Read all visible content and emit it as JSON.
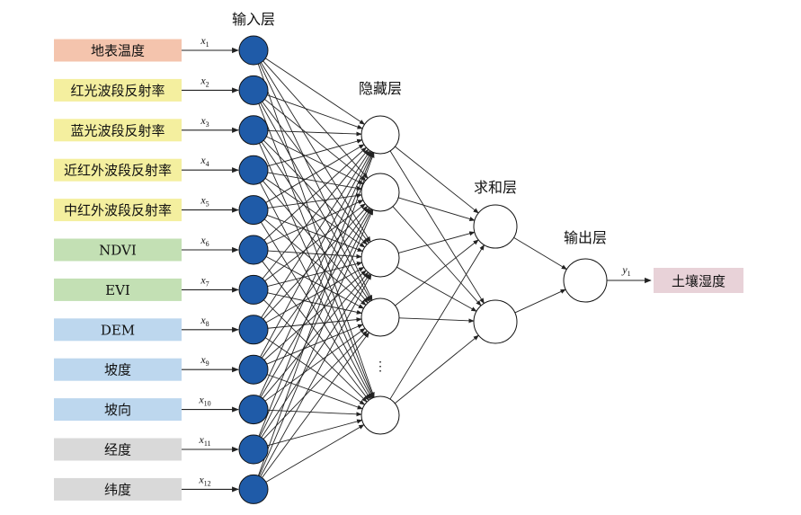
{
  "layers": {
    "input": "输入层",
    "hidden": "隐藏层",
    "sum": "求和层",
    "output": "输出层"
  },
  "features": [
    {
      "label": "地表温度",
      "color": "#f4c4ad",
      "var": "x",
      "sub": "1"
    },
    {
      "label": "红光波段反射率",
      "color": "#f4ef9f",
      "var": "x",
      "sub": "2"
    },
    {
      "label": "蓝光波段反射率",
      "color": "#f4ef9f",
      "var": "x",
      "sub": "3"
    },
    {
      "label": "近红外波段反射率",
      "color": "#f4ef9f",
      "var": "x",
      "sub": "4"
    },
    {
      "label": "中红外波段反射率",
      "color": "#f4ef9f",
      "var": "x",
      "sub": "5"
    },
    {
      "label": "NDVI",
      "color": "#c3e0b4",
      "var": "x",
      "sub": "6"
    },
    {
      "label": "EVI",
      "color": "#c3e0b4",
      "var": "x",
      "sub": "7"
    },
    {
      "label": "DEM",
      "color": "#bdd7ee",
      "var": "x",
      "sub": "8"
    },
    {
      "label": "坡度",
      "color": "#bdd7ee",
      "var": "x",
      "sub": "9"
    },
    {
      "label": "坡向",
      "color": "#bdd7ee",
      "var": "x",
      "sub": "10"
    },
    {
      "label": "经度",
      "color": "#d9d9d9",
      "var": "x",
      "sub": "11"
    },
    {
      "label": "纬度",
      "color": "#d9d9d9",
      "var": "x",
      "sub": "12"
    }
  ],
  "hidden_nodes": 5,
  "hidden_ellipsis": "⋮",
  "sum_nodes": 2,
  "output": {
    "var": "y",
    "sub": "1",
    "label": "土壤湿度",
    "color": "#e8d2d8"
  },
  "colors": {
    "input_node": "#1f5ba8",
    "line": "#222222"
  }
}
